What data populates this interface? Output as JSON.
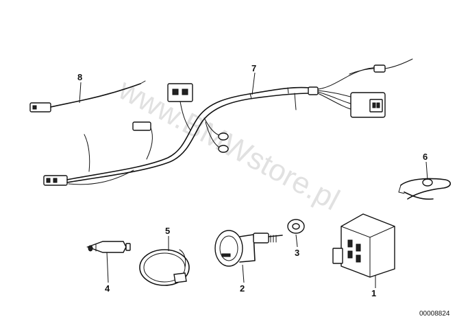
{
  "watermark": "www.BMWstore.pl",
  "reference_number": "00008824",
  "callouts": [
    {
      "id": "1",
      "label": "1"
    },
    {
      "id": "2",
      "label": "2"
    },
    {
      "id": "3",
      "label": "3"
    },
    {
      "id": "4",
      "label": "4"
    },
    {
      "id": "5",
      "label": "5"
    },
    {
      "id": "6",
      "label": "6"
    },
    {
      "id": "7",
      "label": "7"
    },
    {
      "id": "8",
      "label": "8"
    }
  ]
}
